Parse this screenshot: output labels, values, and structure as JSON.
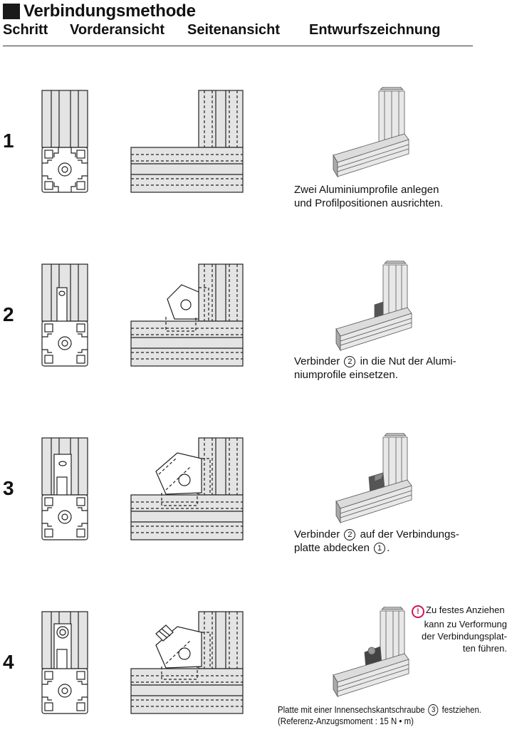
{
  "title": "Verbindungsmethode",
  "columns": {
    "step": "Schritt",
    "front": "Vorderansicht",
    "side": "Seitenansicht",
    "design": "Entwurfszeichnung"
  },
  "steps": [
    {
      "number": "1",
      "caption_line1": "Zwei Aluminiumprofile anlegen",
      "caption_line2": "und Profilpositionen ausrichten."
    },
    {
      "number": "2",
      "caption_line1_pre": "Verbinder",
      "caption_line1_circ": "2",
      "caption_line1_post": "in die Nut der Alumi-",
      "caption_line2": "niumprofile einsetzen."
    },
    {
      "number": "3",
      "caption_line1_pre": "Verbinder",
      "caption_line1_circ": "2",
      "caption_line1_post": "auf der Verbindungs-",
      "caption_line2_pre": "platte abdecken",
      "caption_line2_circ": "1",
      "caption_line2_post": "."
    },
    {
      "number": "4",
      "caption_line1_pre": "Platte mit einer Innensechskantschraube",
      "caption_line1_circ": "3",
      "caption_line1_post": "festziehen.",
      "caption_line2": "(Referenz-Anzugsmoment : 15 N • m)"
    }
  ],
  "warning": {
    "icon": "warning-icon",
    "line1": "Zu festes Anziehen",
    "line2": "kann zu Verformung",
    "line3": "der Verbindungsplat-",
    "line4": "ten führen."
  },
  "colors": {
    "text": "#111111",
    "warning_accent": "#c8175d",
    "drawing_stroke": "#222222",
    "profile_fill": "#d9d9d9"
  }
}
